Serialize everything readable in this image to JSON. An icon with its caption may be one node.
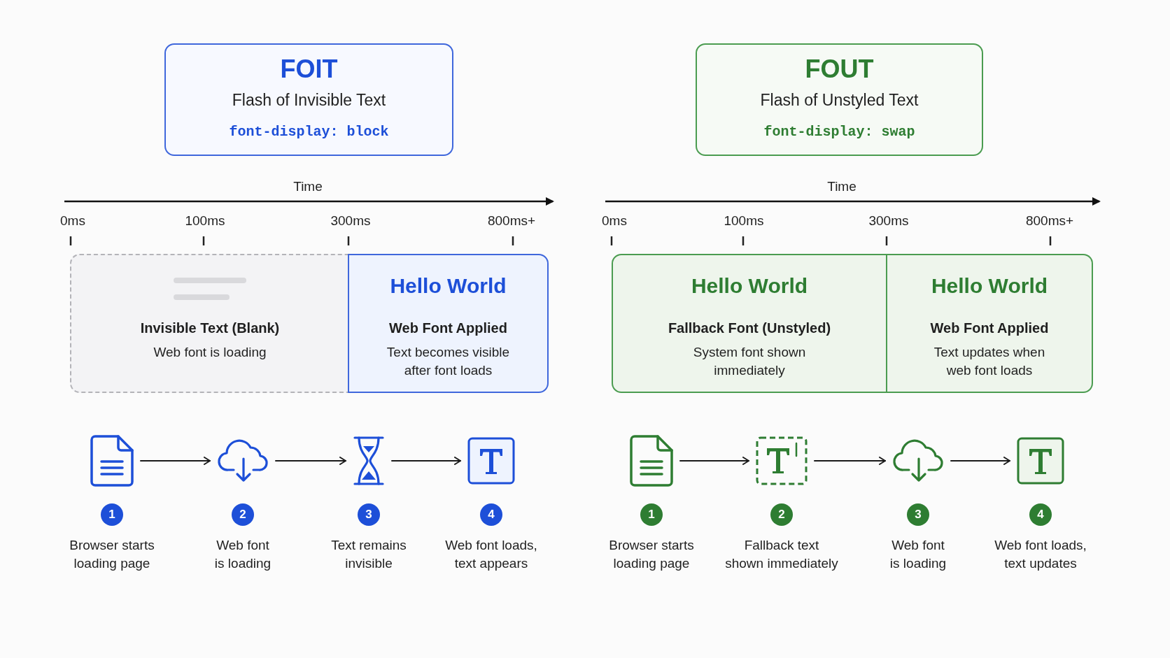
{
  "diagram": {
    "nodes": [
      {
        "text": [
          "FOIT",
          "Flash of Invisible Text",
          "font-display: block"
        ]
      },
      {
        "text": [
          "Invisible Text (Blank)",
          "Web font is loading"
        ]
      },
      {
        "text": [
          "Hello World",
          "Web Font Applied",
          "Text becomes visible after font loads"
        ]
      },
      {
        "text": [],
        "shape": "picture",
        "beside": [
          "1",
          "Browser starts loading page"
        ]
      },
      {
        "text": [],
        "shape": "picture",
        "beside": [
          "2",
          "Web font is loading"
        ]
      },
      {
        "text": [],
        "shape": "picture",
        "beside": [
          "3",
          "Text remains invisible"
        ]
      },
      {
        "text": [],
        "shape": "picture",
        "beside": [
          "4",
          "Web font loads, text appears"
        ]
      },
      {
        "text": [
          "FOUT",
          "Flash of Unstyled Text",
          "font-display: swap"
        ]
      },
      {
        "text": [
          "Hello World",
          "Fallback Font (Unstyled)",
          "System font shown immediately"
        ]
      },
      {
        "text": [
          "Hello World",
          "Web Font Applied",
          "Text updates when web font loads"
        ]
      },
      {
        "text": [],
        "shape": "picture",
        "beside": [
          "1",
          "Browser starts loading page"
        ]
      },
      {
        "text": [],
        "shape": "picture",
        "beside": [
          "2",
          "Fallback text shown immediately"
        ]
      },
      {
        "text": [],
        "shape": "picture",
        "beside": [
          "3",
          "Web font is loading"
        ]
      },
      {
        "text": [],
        "shape": "picture",
        "beside": [
          "4",
          "Web font loads, text updates"
        ]
      }
    ],
    "edges": [
      {
        "from": 3,
        "to": 4,
        "arrow": "to"
      },
      {
        "from": 4,
        "to": 5,
        "arrow": "to"
      },
      {
        "from": 5,
        "to": 6,
        "arrow": "to"
      },
      {
        "from": 10,
        "to": 11,
        "arrow": "to"
      },
      {
        "from": 11,
        "to": 12,
        "arrow": "to"
      },
      {
        "from": 12,
        "to": 13,
        "arrow": "to"
      }
    ],
    "labels": [
      "Time",
      "0ms",
      "100ms",
      "300ms",
      "800ms+",
      "Time",
      "0ms",
      "100ms",
      "300ms",
      "800ms+"
    ]
  }
}
